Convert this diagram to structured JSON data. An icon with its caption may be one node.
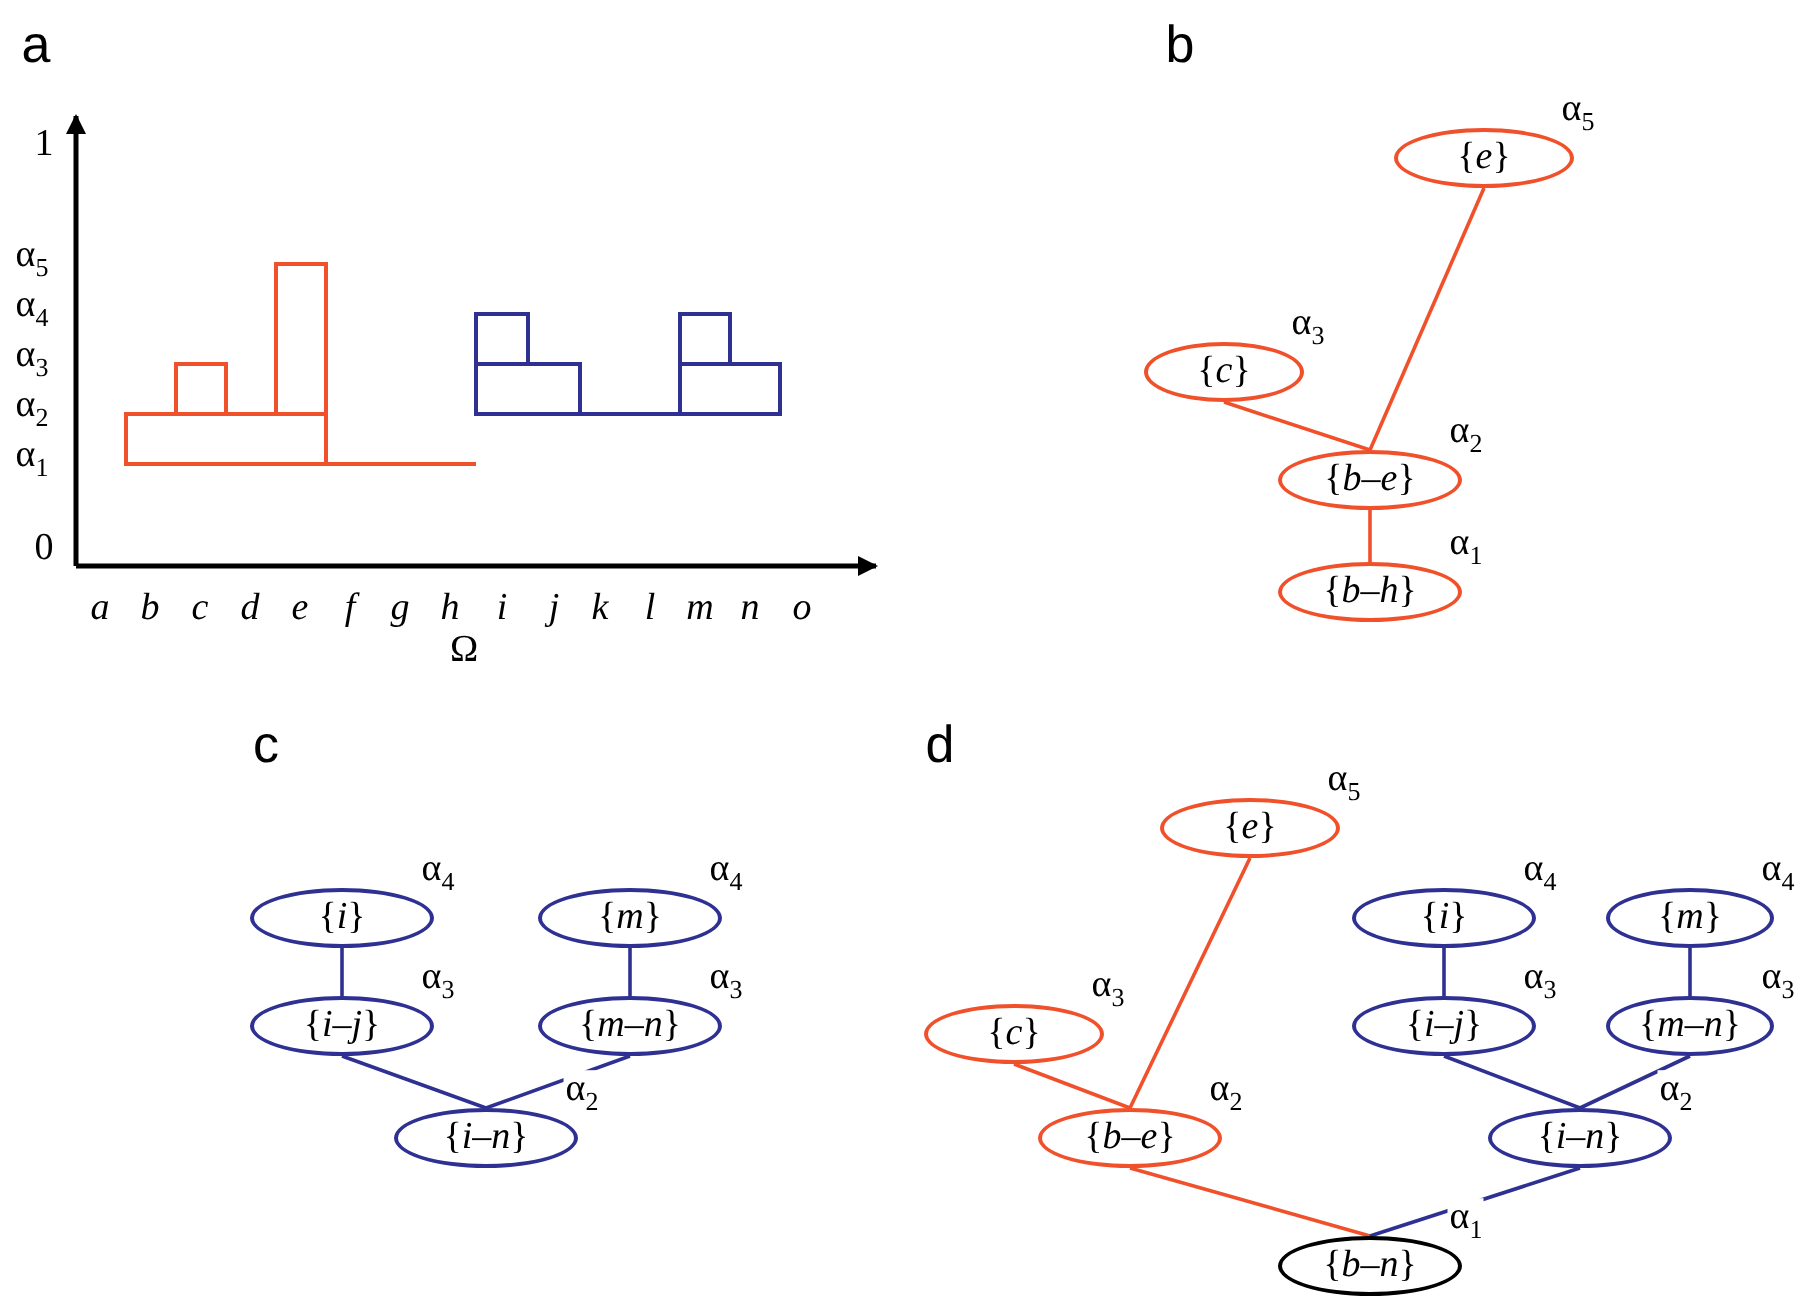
{
  "diagram": {
    "nodes": [
      {
        "text": [
          "{*e*}"
        ],
        "beside": [
          "α$_{5}$"
        ]
      },
      {
        "text": [
          "{*c*}"
        ],
        "beside": [
          "α$_{3}$"
        ]
      },
      {
        "text": [
          "{*b*–*e*}"
        ],
        "beside": [
          "α$_{2}$"
        ]
      },
      {
        "text": [
          "{*b*–*h*}"
        ],
        "beside": [
          "α$_{1}$"
        ]
      },
      {
        "text": [
          "{*i*}"
        ],
        "beside": [
          "α$_{4}$"
        ]
      },
      {
        "text": [
          "{*m*}"
        ],
        "beside": [
          "α$_{4}$"
        ]
      },
      {
        "text": [
          "{*i*–*j*}"
        ],
        "beside": [
          "α$_{3}$"
        ]
      },
      {
        "text": [
          "{*m*–*n*}"
        ],
        "beside": [
          "α$_{3}$"
        ]
      },
      {
        "text": [
          "{*i*–*n*}"
        ],
        "beside": [
          "α$_{2}$"
        ]
      },
      {
        "text": [
          "{*e*}"
        ],
        "beside": [
          "α$_{5}$"
        ]
      },
      {
        "text": [
          "{*i*}"
        ],
        "beside": [
          "α$_{4}$"
        ]
      },
      {
        "text": [
          "{*m*}"
        ],
        "beside": [
          "α$_{4}$"
        ]
      },
      {
        "text": [
          "{*c*}"
        ],
        "beside": [
          "α$_{3}$"
        ]
      },
      {
        "text": [
          "{*i*–*j*}"
        ],
        "beside": [
          "α$_{3}$"
        ]
      },
      {
        "text": [
          "{*m*–*n*}"
        ],
        "beside": [
          "α$_{3}$"
        ]
      },
      {
        "text": [
          "{*b*–*e*}"
        ],
        "beside": [
          "α$_{2}$"
        ]
      },
      {
        "text": [
          "{*i*–*n*}"
        ],
        "beside": [
          "α$_{2}$"
        ]
      },
      {
        "text": [
          "{*b*–*n*}"
        ],
        "beside": [
          "α$_{1}$"
        ]
      }
    ],
    "edges": [
      {
        "from": 0,
        "to": 2,
        "arrow": "none",
        "color": "#f0502a"
      },
      {
        "from": 1,
        "to": 2,
        "arrow": "none",
        "color": "#f0502a"
      },
      {
        "from": 2,
        "to": 3,
        "arrow": "none",
        "color": "#f0502a"
      },
      {
        "from": 4,
        "to": 6,
        "arrow": "none"
      },
      {
        "from": 5,
        "to": 7,
        "arrow": "none"
      },
      {
        "from": 6,
        "to": 8,
        "arrow": "none"
      },
      {
        "from": 7,
        "to": 8,
        "arrow": "none"
      },
      {
        "from": 9,
        "to": 15,
        "arrow": "none",
        "color": "#f0502a"
      },
      {
        "from": 12,
        "to": 15,
        "arrow": "none",
        "color": "#f0502a"
      },
      {
        "from": 10,
        "to": 13,
        "arrow": "none"
      },
      {
        "from": 11,
        "to": 14,
        "arrow": "none"
      },
      {
        "from": 13,
        "to": 16,
        "arrow": "none"
      },
      {
        "from": 14,
        "to": 16,
        "arrow": "none"
      },
      {
        "from": 15,
        "to": 17,
        "arrow": "none",
        "color": "#f0502a"
      },
      {
        "from": 16,
        "to": 17,
        "arrow": "none"
      }
    ],
    "labels": [
      "a",
      "b",
      "1",
      "α$_{5}$",
      "α$_{4}$",
      "α$_{3}$",
      "α$_{2}$",
      "α$_{1}$",
      "0",
      "a",
      "b",
      "c",
      "d",
      "e",
      "f",
      "g",
      "h",
      "i",
      "j",
      "k",
      "l",
      "m",
      "n",
      "o",
      "Ω",
      "c",
      "d"
    ]
  }
}
